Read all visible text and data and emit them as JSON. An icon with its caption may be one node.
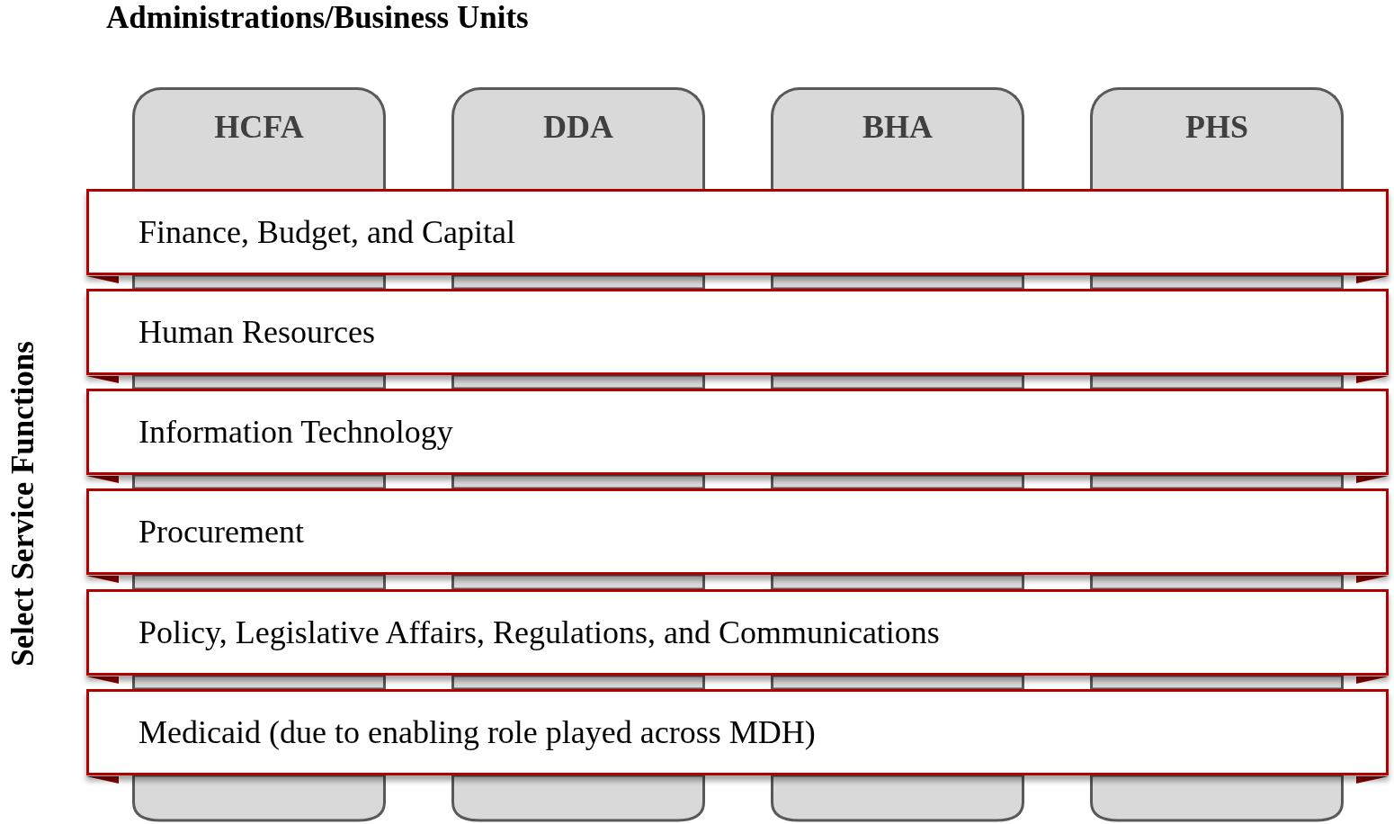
{
  "diagram": {
    "nodes": [
      {
        "text": [
          "HCFA"
        ]
      },
      {
        "text": [
          "DDA"
        ]
      },
      {
        "text": [
          "BHA"
        ]
      },
      {
        "text": [
          "PHS"
        ]
      },
      {
        "text": [
          "Finance, Budget, and Capital"
        ]
      },
      {
        "text": [
          "Human Resources"
        ]
      },
      {
        "text": [
          "Information Technology"
        ]
      },
      {
        "text": [
          "Procurement"
        ]
      },
      {
        "text": [
          "Policy, Legislative Affairs, Regulations, and Communications"
        ]
      },
      {
        "text": [
          "Medicaid (due to enabling role played across MDH)"
        ]
      }
    ],
    "edges": [],
    "labels": [
      "Administrations/Business Units",
      "Select Service Functions"
    ]
  }
}
